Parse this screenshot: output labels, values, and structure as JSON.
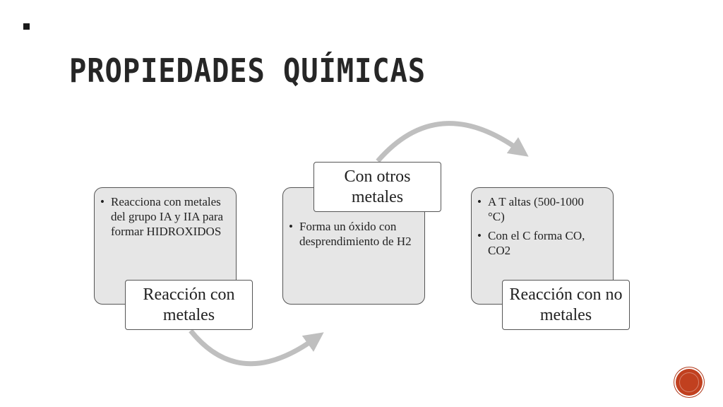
{
  "slide": {
    "title": "PROPIEDADES QUÍMICAS"
  },
  "steps": [
    {
      "label": "Reacción con metales",
      "bullets": [
        "Reacciona con metales del grupo IA y IIA para formar HIDROXIDOS"
      ]
    },
    {
      "label": "Con otros metales",
      "bullets": [
        "Forma un óxido con desprendimiento de H2"
      ]
    },
    {
      "label": "Reacción con no metales",
      "bullets": [
        "A T altas (500-1000 °C)",
        "Con el C forma CO, CO2"
      ]
    }
  ],
  "colors": {
    "card_fill": "#e6e6e6",
    "arrow": "#bfbfbf",
    "title_text": "#262626",
    "badge": "#c1401f"
  },
  "icons": {
    "slide_marker": "square-bullet-icon",
    "corner": "slide-logo-icon"
  }
}
